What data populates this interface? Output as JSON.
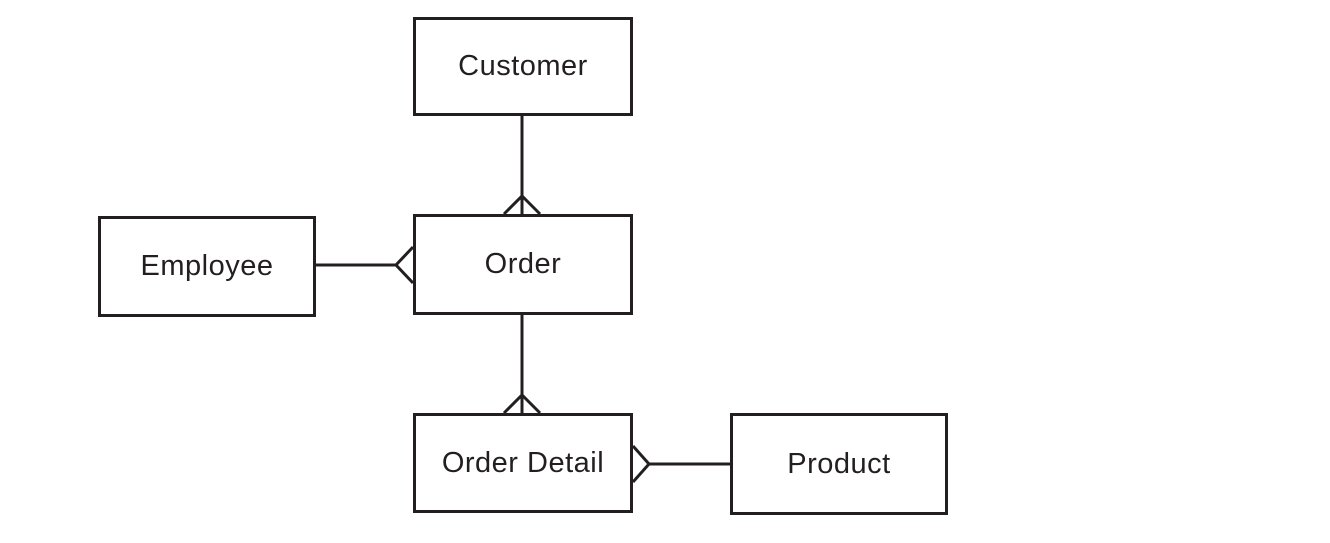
{
  "diagram": {
    "type": "entity-relationship",
    "entities": [
      {
        "id": "customer",
        "label": "Customer"
      },
      {
        "id": "employee",
        "label": "Employee"
      },
      {
        "id": "order",
        "label": "Order"
      },
      {
        "id": "order_detail",
        "label": "Order Detail"
      },
      {
        "id": "product",
        "label": "Product"
      }
    ],
    "relationships": [
      {
        "from": "Customer",
        "to": "Order",
        "cardinality": "one-to-many",
        "many_end": "Order",
        "notation": "crow-foot"
      },
      {
        "from": "Employee",
        "to": "Order",
        "cardinality": "one-to-many",
        "many_end": "Order",
        "notation": "crow-foot"
      },
      {
        "from": "Order",
        "to": "Order Detail",
        "cardinality": "one-to-many",
        "many_end": "Order Detail",
        "notation": "crow-foot"
      },
      {
        "from": "Product",
        "to": "Order Detail",
        "cardinality": "one-to-many",
        "many_end": "Order Detail",
        "notation": "crow-foot"
      }
    ],
    "colors": {
      "line": "#231f20",
      "box_border": "#231f20",
      "box_fill": "#ffffff",
      "background": "#ffffff"
    }
  }
}
